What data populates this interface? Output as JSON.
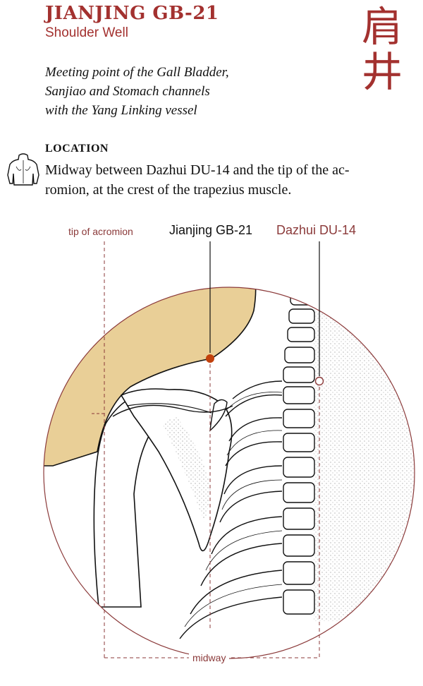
{
  "header": {
    "title": "JIANJING GB-21",
    "subtitle": "Shoulder Well",
    "chinese_char_1": "肩",
    "chinese_char_2": "井"
  },
  "description": {
    "line1": "Meeting point of the Gall Bladder,",
    "line2": "Sanjiao and Stomach channels",
    "line3": "with the Yang Linking vessel"
  },
  "location": {
    "heading": "LOCATION",
    "line1": "Midway between Dazhui DU-14 and the tip of the ac-",
    "line2": "romion, at the crest of the trapezius muscle.",
    "icon": "torso-back-icon"
  },
  "diagram": {
    "label_acromion": "tip of acromion",
    "label_point": "Jianjing GB-21",
    "label_dazhui": "Dazhui DU-14",
    "label_midway": "midway"
  },
  "colors": {
    "accent": "#a3312f",
    "label_brown": "#8b3a3a",
    "skin_fill": "#e9cf97",
    "point_fill": "#c2410c"
  }
}
